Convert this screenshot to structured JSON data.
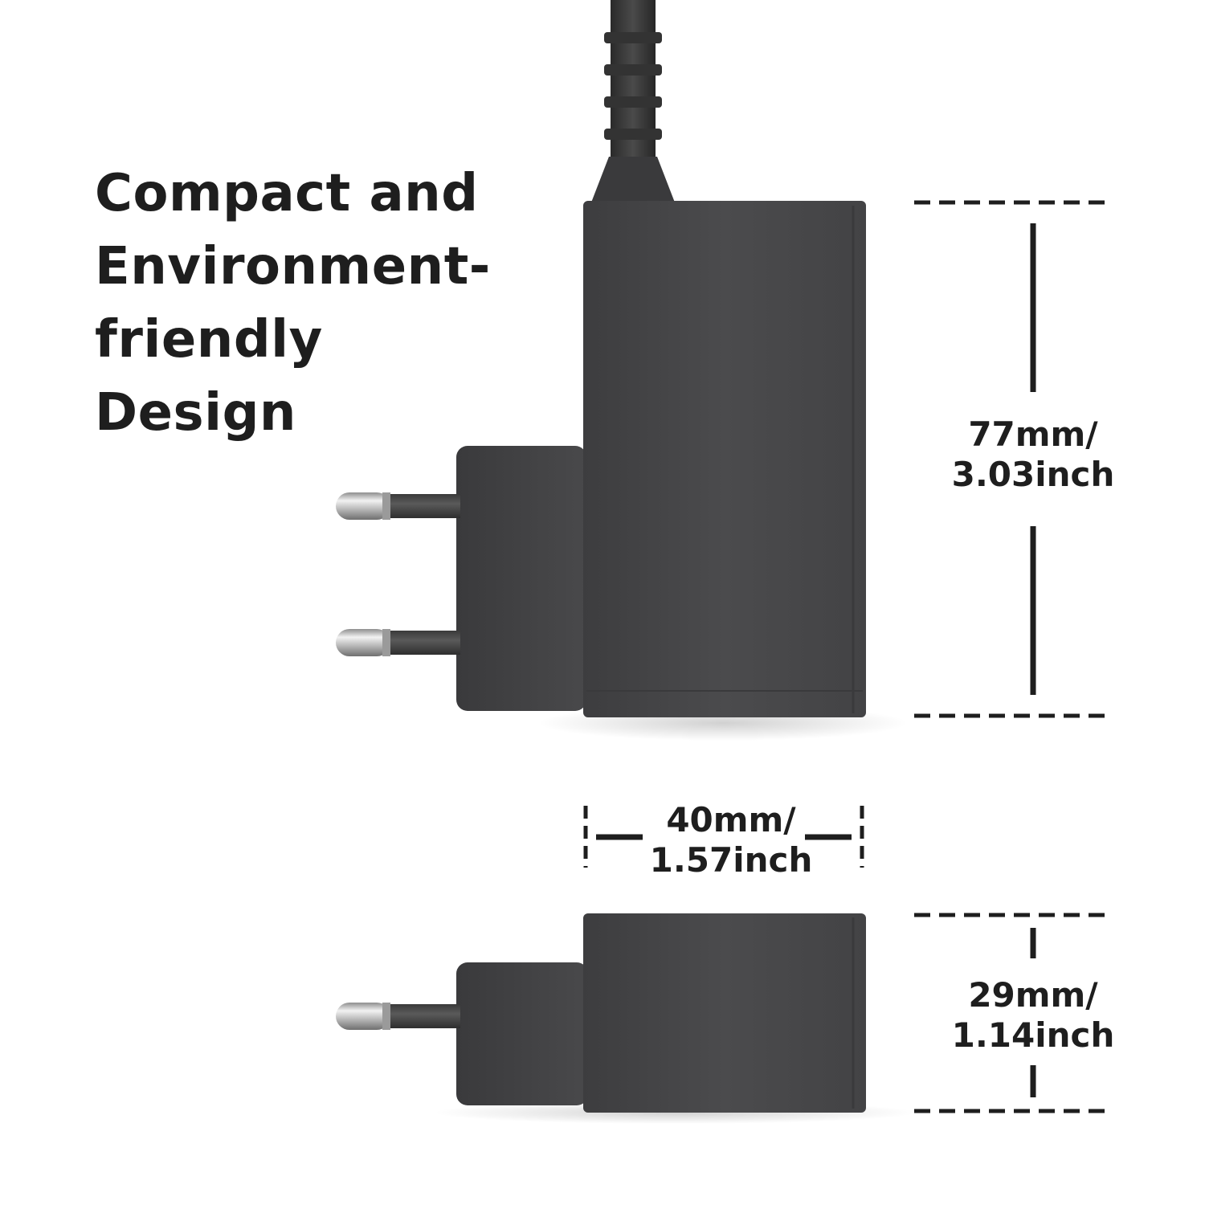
{
  "headline": {
    "lines": [
      "Compact and",
      "Environment-",
      "friendly",
      "Design"
    ]
  },
  "dimensions": {
    "height": {
      "metric": "77mm/",
      "imperial": "3.03inch"
    },
    "width": {
      "metric": "40mm/",
      "imperial": "1.57inch"
    },
    "depth": {
      "metric": "29mm/",
      "imperial": "1.14inch"
    }
  },
  "colors": {
    "background": "#ffffff",
    "text": "#1e1e1e",
    "charger_body": "#4a4a4c",
    "pin_metal": "#c9c9c9"
  }
}
